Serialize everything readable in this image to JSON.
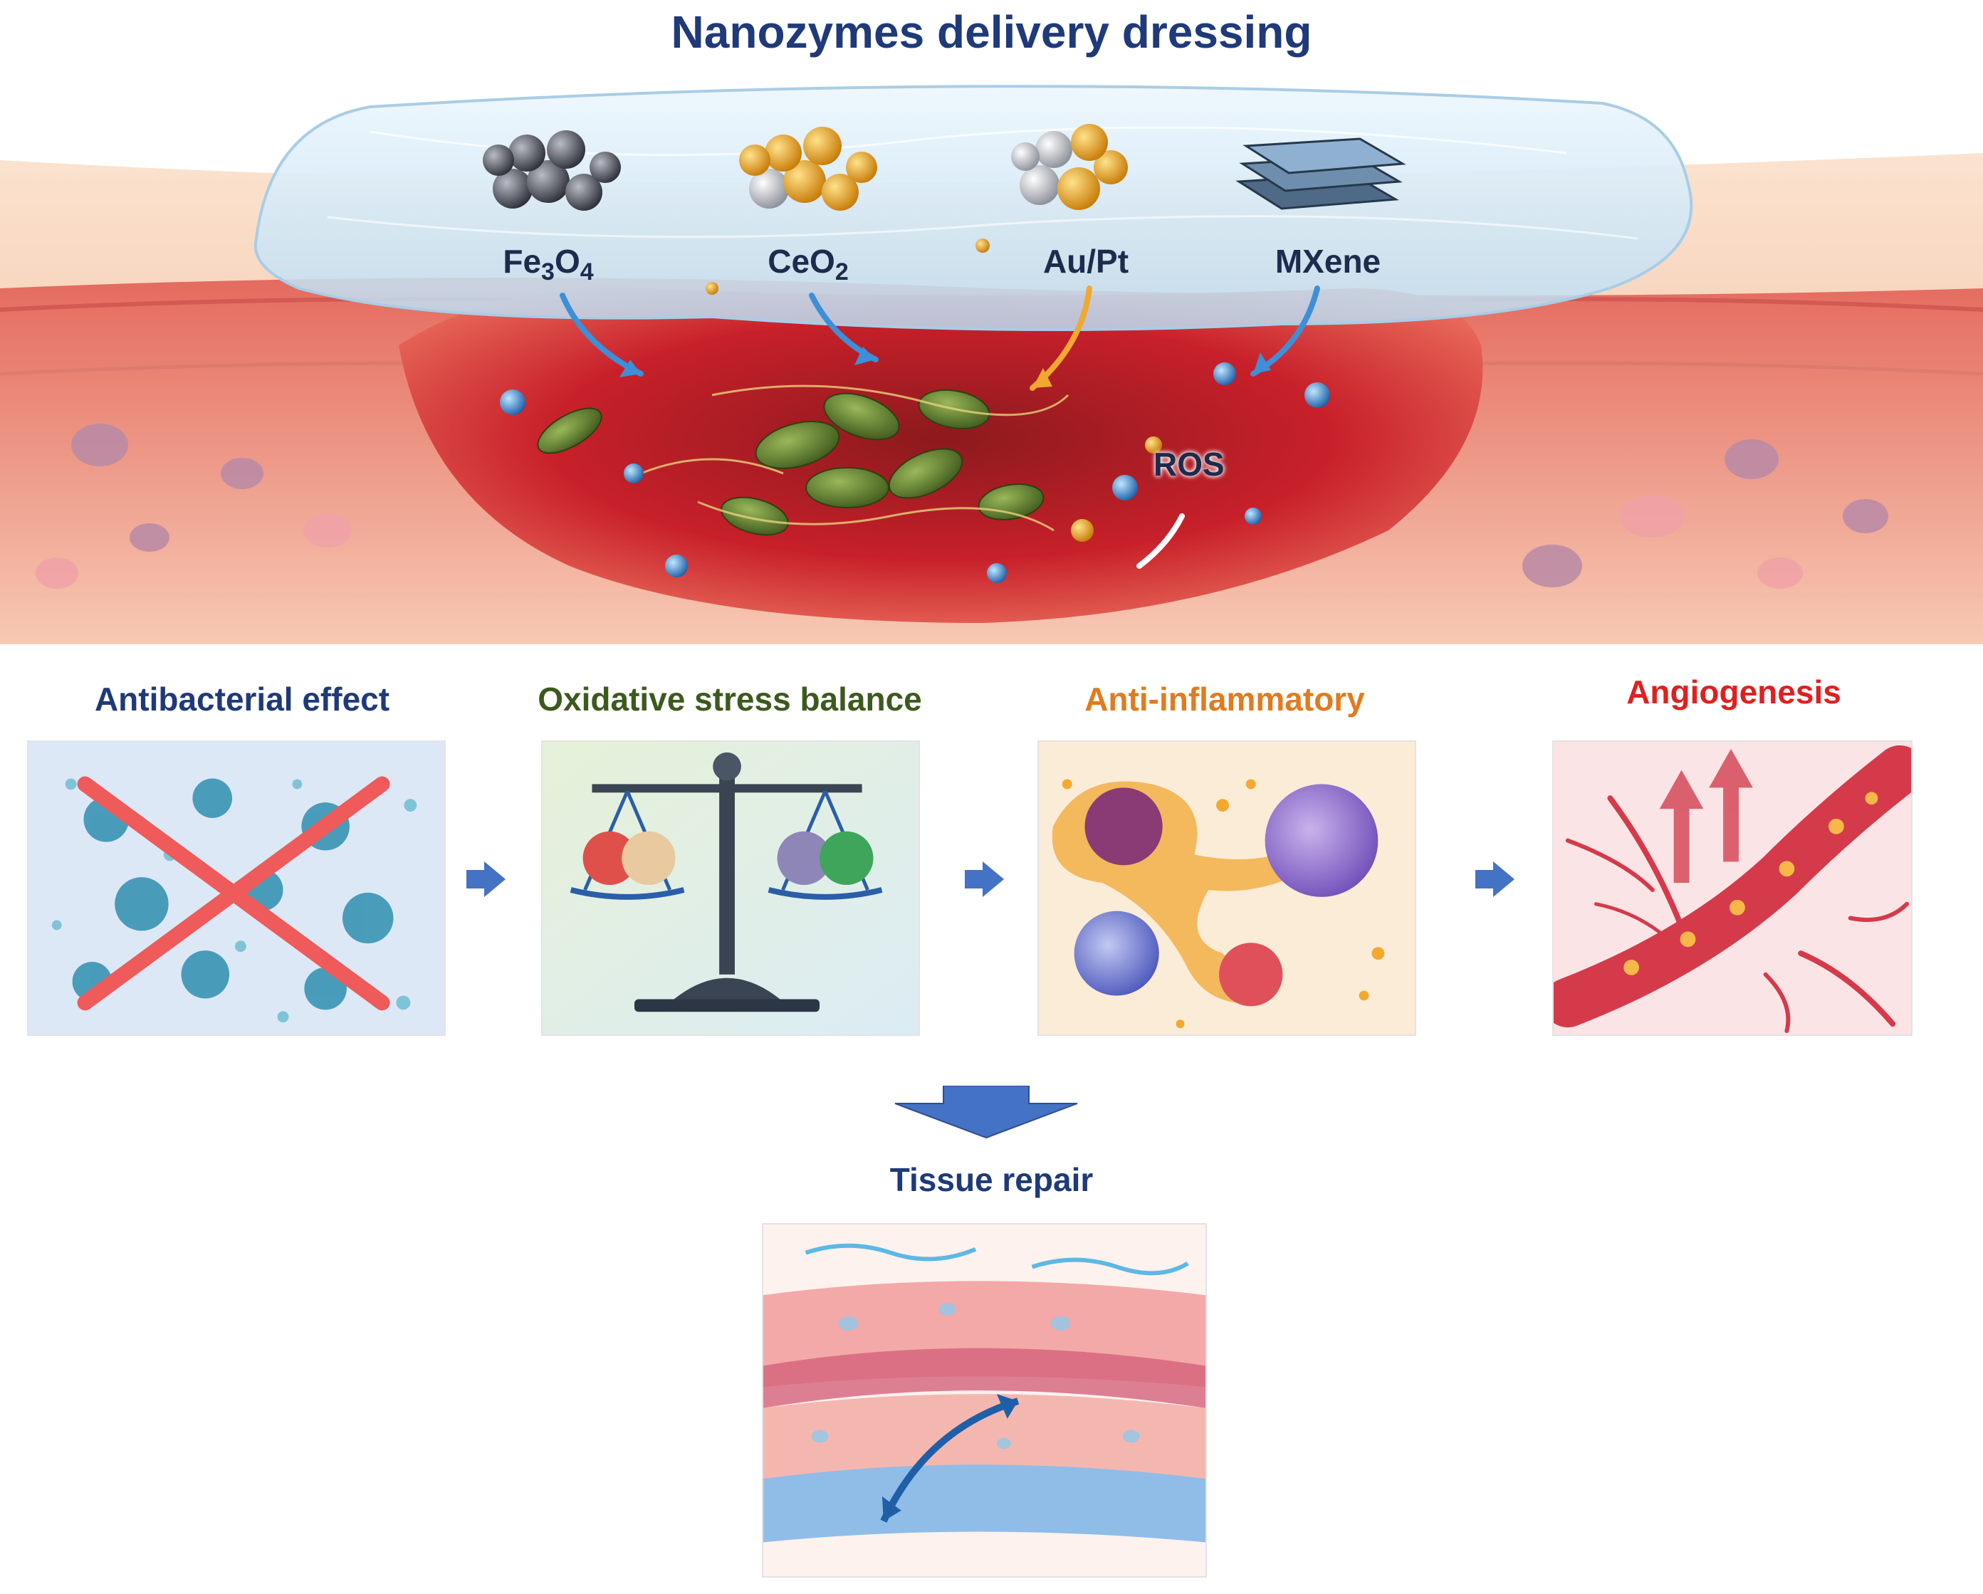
{
  "title": "Nanozymes delivery dressing",
  "nanozymes": [
    {
      "base": "Fe",
      "sub1": "3",
      "mid": "O",
      "sub2": "4"
    },
    {
      "base": "CeO",
      "sub1": "2",
      "mid": "",
      "sub2": ""
    },
    {
      "base": "Au/Pt",
      "sub1": "",
      "mid": "",
      "sub2": ""
    },
    {
      "base": "MXene",
      "sub1": "",
      "mid": "",
      "sub2": ""
    }
  ],
  "ros_label": "ROS",
  "effects": [
    {
      "label": "Antibacterial effect",
      "color": "#1f3a7a"
    },
    {
      "label": "Oxidative stress balance",
      "color": "#3d5a1e"
    },
    {
      "label": "Anti-inflammatory",
      "color": "#e07b1f"
    },
    {
      "label": "Angiogenesis",
      "color": "#e02020"
    }
  ],
  "outcome": {
    "label": "Tissue repair",
    "color": "#1f3a7a"
  },
  "colors": {
    "arrow": "#3f6fc6",
    "gel": "#cfe6f7",
    "skin": "#f3c6a2",
    "wound": "#c8202a"
  }
}
